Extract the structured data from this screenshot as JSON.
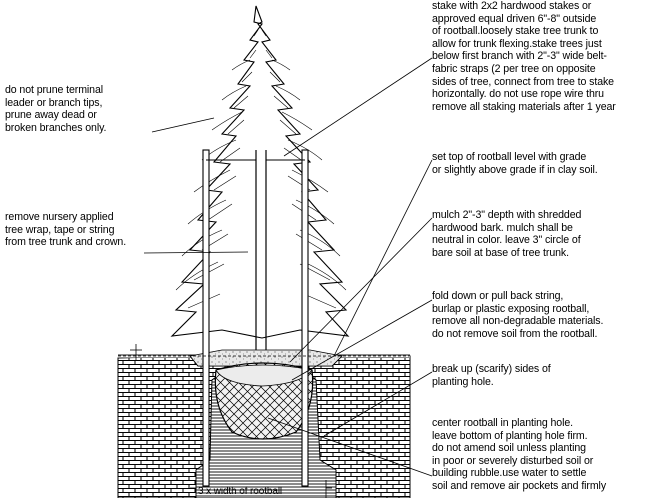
{
  "notes": {
    "stake": [
      "stake with 2x2 hardwood stakes or",
      "approved equal driven 6\"-8\" outside",
      "of rootball.loosely stake tree trunk to",
      "allow for trunk flexing.stake trees just",
      "below first branch with 2\"-3\" wide belt-",
      "fabric straps (2 per tree on opposite",
      "sides of tree, connect from tree to stake",
      "horizontally. do not use rope wire thru",
      "remove all staking materials after 1 year"
    ],
    "prune": [
      "do not prune terminal",
      "leader or branch tips,",
      "prune away dead or",
      "broken branches only."
    ],
    "wrap": [
      "remove nursery applied",
      "tree wrap, tape or string",
      "from tree trunk and crown."
    ],
    "grade": [
      "set top of rootball level with grade",
      "or slightly above grade if in clay soil."
    ],
    "mulch": [
      "mulch 2\"-3\" depth with shredded",
      "hardwood bark. mulch shall be",
      "neutral in color. leave 3\" circle of",
      "bare soil at base of tree trunk."
    ],
    "fold": [
      "fold down or pull back string,",
      "burlap or plastic exposing rootball,",
      "remove all non-degradable materials.",
      "do not remove soil from the rootball."
    ],
    "scarify": [
      "break up (scarify) sides of",
      "planting hole."
    ],
    "center": [
      "center rootball in planting hole.",
      "leave bottom of planting hole firm.",
      "do not amend soil unless planting",
      "in poor or severely disturbed soil or",
      "building rubble.use water to settle",
      "soil and remove air pockets and firmly"
    ],
    "width_label": "3 x width of rootball"
  }
}
